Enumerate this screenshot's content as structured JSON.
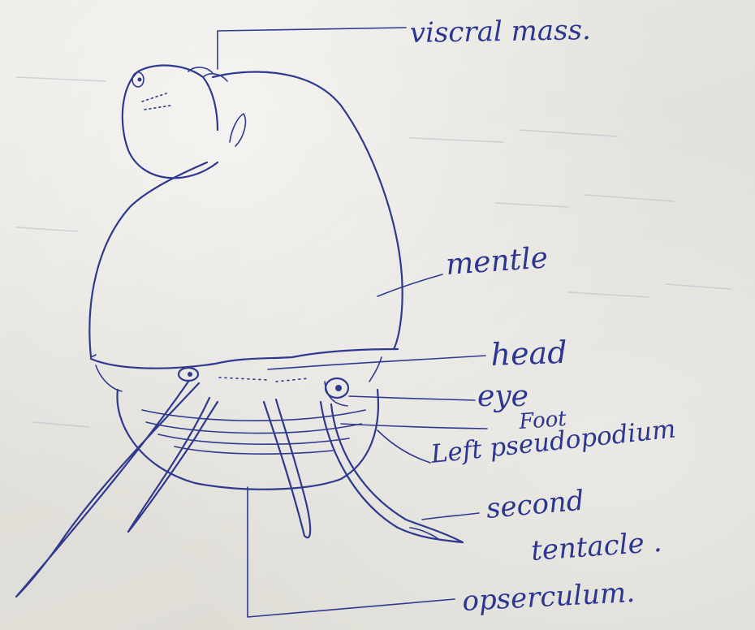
{
  "diagram": {
    "labels": {
      "visceral_mass": "viscral mass.",
      "mantle": "mentle",
      "head": "head",
      "eye": "eye",
      "foot": "Foot",
      "left_pseudopodium": "Left pseudopodium",
      "second_tentacle_line1": "second",
      "second_tentacle_line2": "tentacle .",
      "operculum": "opserculum."
    },
    "colors": {
      "ink": "#2f3a8f",
      "paper": "#e4e2dc"
    }
  }
}
